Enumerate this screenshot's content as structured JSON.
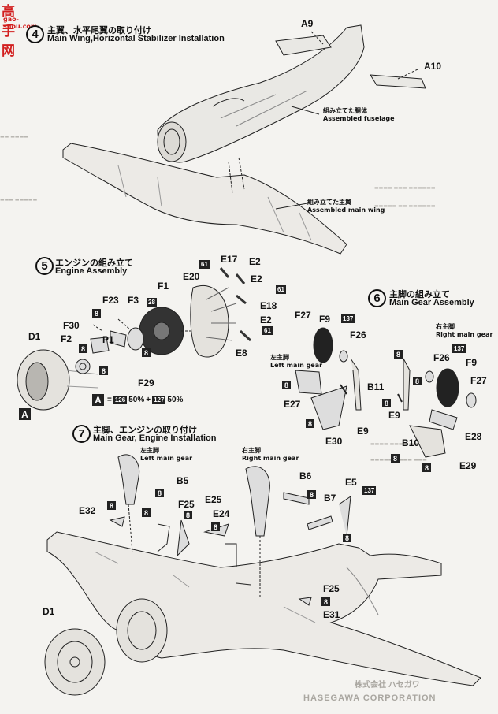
{
  "watermark": {
    "main": "高手网",
    "sub": "gao-shou.com"
  },
  "steps": [
    {
      "number": "4",
      "jp": "主翼、水平尾翼の取り付け",
      "en": "Main Wing,Horizontal Stabilizer Installation"
    },
    {
      "number": "5",
      "jp": "エンジンの組み立て",
      "en": "Engine Assembly"
    },
    {
      "number": "6",
      "jp": "主脚の組み立て",
      "en": "Main Gear Assembly"
    },
    {
      "number": "7",
      "jp": "主脚、エンジンの取り付け",
      "en": "Main Gear, Engine Installation"
    }
  ],
  "captions": {
    "fuselage_jp": "組み立てた胴体",
    "fuselage_en": "Assembled fuselage",
    "wing_jp": "組み立てた主翼",
    "wing_en": "Assembled main wing",
    "left_gear_jp": "左主脚",
    "left_gear_en": "Left main gear",
    "right_gear_jp": "右主脚",
    "right_gear_en": "Right main gear"
  },
  "parts": {
    "a9": "A9",
    "a10": "A10",
    "e17": "E17",
    "e2a": "E2",
    "e2b": "E2",
    "e2c": "E2",
    "e20": "E20",
    "f1": "F1",
    "e18": "E18",
    "e8": "E8",
    "f23": "F23",
    "f3": "F3",
    "f30": "F30",
    "p1": "P1",
    "f2": "F2",
    "d1": "D1",
    "f29": "F29",
    "f27a": "F27",
    "f9a": "F9",
    "f26a": "F26",
    "b11": "B11",
    "e27": "E27",
    "e9a": "E9",
    "e30": "E30",
    "f26b": "F26",
    "f9b": "F9",
    "f27b": "F27",
    "e9b": "E9",
    "b10": "B10",
    "e28": "E28",
    "e29": "E29",
    "b5": "B5",
    "f25a": "F25",
    "e25": "E25",
    "e32": "E32",
    "e24": "E24",
    "b6": "B6",
    "b7": "B7",
    "e5": "E5",
    "f25b": "F25",
    "e31": "E31",
    "d1b": "D1"
  },
  "badges": {
    "eight": "8",
    "b61": "61",
    "b28": "28",
    "b137": "137",
    "a": "A"
  },
  "formula": {
    "c1": "126",
    "p1": "50%",
    "plus": "+",
    "c2": "127",
    "p2": "50%"
  },
  "footer": {
    "company_jp": "株式会社 ハセガワ",
    "company_en": "HASEGAWA CORPORATION"
  },
  "colors": {
    "ink": "#111111",
    "paper": "#f4f3f0",
    "watermark": "#d21f1f"
  }
}
